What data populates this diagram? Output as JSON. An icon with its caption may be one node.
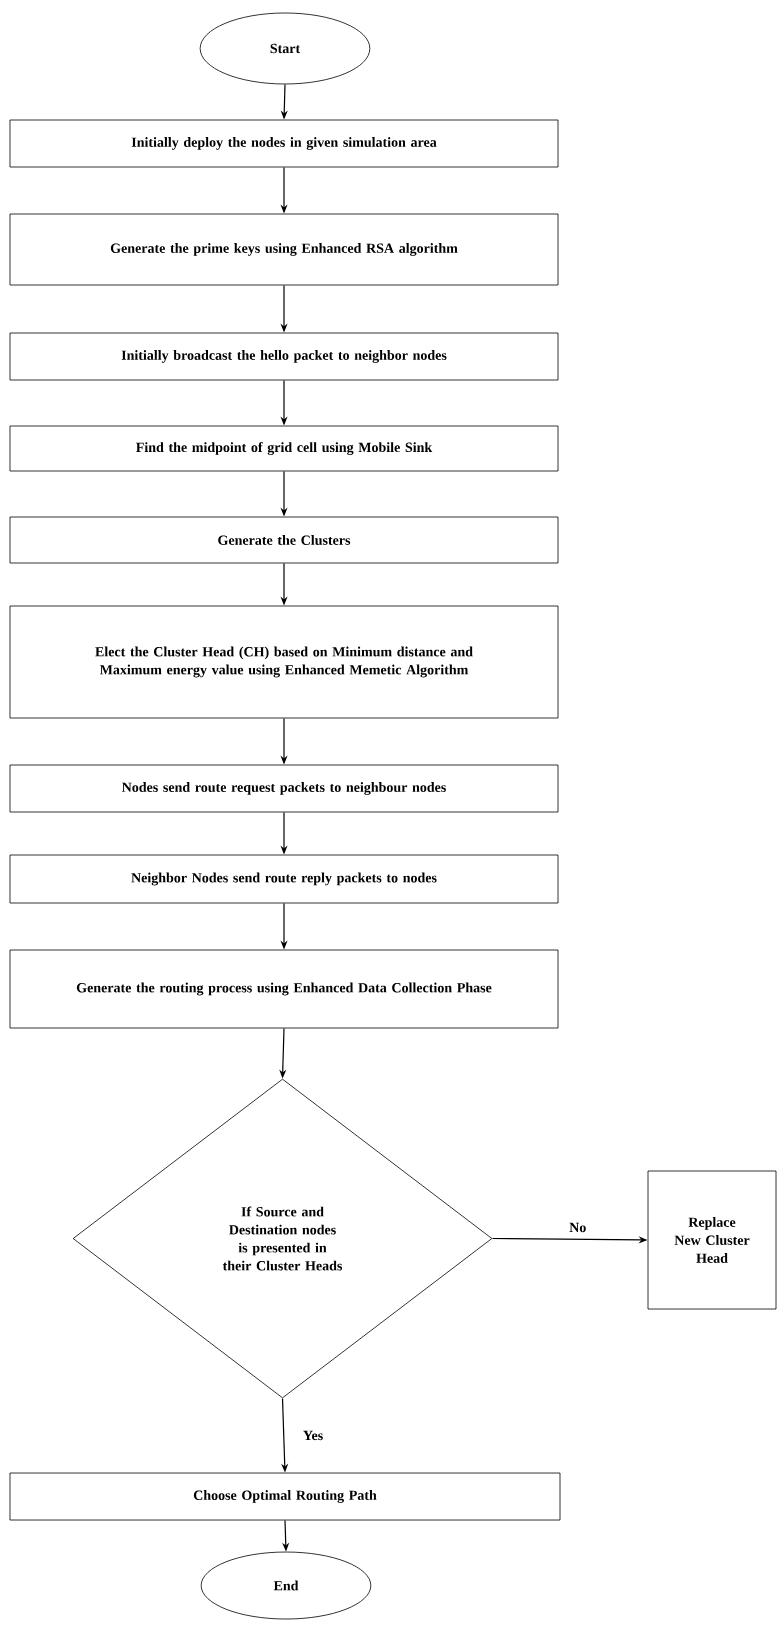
{
  "diagram": {
    "nodes": [
      {
        "text": [
          "Start"
        ]
      },
      {
        "text": [
          "Initially deploy the nodes in given simulation area"
        ]
      },
      {
        "text": [
          "Generate the prime keys using Enhanced RSA algorithm"
        ]
      },
      {
        "text": [
          "Initially broadcast the hello packet to neighbor nodes"
        ]
      },
      {
        "text": [
          "Find the midpoint of grid cell using Mobile Sink"
        ]
      },
      {
        "text": [
          "Generate the Clusters"
        ]
      },
      {
        "text": [
          "Elect the Cluster Head (CH) based on Minimum distance and Maximum energy value using Enhanced Memetic Algorithm"
        ]
      },
      {
        "text": [
          "Nodes send route request packets to neighbour nodes"
        ]
      },
      {
        "text": [
          "Neighbor Nodes send route reply packets to nodes"
        ]
      },
      {
        "text": [
          "Generate the routing process using Enhanced Data Collection Phase"
        ]
      },
      {
        "text": [
          "If Source and Destination nodes is presented in their Cluster Heads"
        ]
      },
      {
        "text": [
          "Replace New Cluster Head"
        ]
      },
      {
        "text": [
          "Choose Optimal Routing Path"
        ]
      },
      {
        "text": [
          "End"
        ]
      }
    ],
    "edges": [
      {
        "from": 0,
        "to": 1,
        "arrow": "to"
      },
      {
        "from": 1,
        "to": 2,
        "arrow": "to"
      },
      {
        "from": 2,
        "to": 3,
        "arrow": "to"
      },
      {
        "from": 3,
        "to": 4,
        "arrow": "to"
      },
      {
        "from": 4,
        "to": 5,
        "arrow": "to"
      },
      {
        "from": 5,
        "to": 6,
        "arrow": "to"
      },
      {
        "from": 6,
        "to": 7,
        "arrow": "to"
      },
      {
        "from": 7,
        "to": 8,
        "arrow": "to"
      },
      {
        "from": 8,
        "to": 9,
        "arrow": "to"
      },
      {
        "from": 9,
        "to": 10,
        "arrow": "to"
      },
      {
        "from": 10,
        "to": 11,
        "arrow": "to",
        "label": "No"
      },
      {
        "from": 10,
        "to": 12,
        "arrow": "to",
        "label": "Yes"
      },
      {
        "from": 12,
        "to": 13,
        "arrow": "to"
      }
    ]
  }
}
